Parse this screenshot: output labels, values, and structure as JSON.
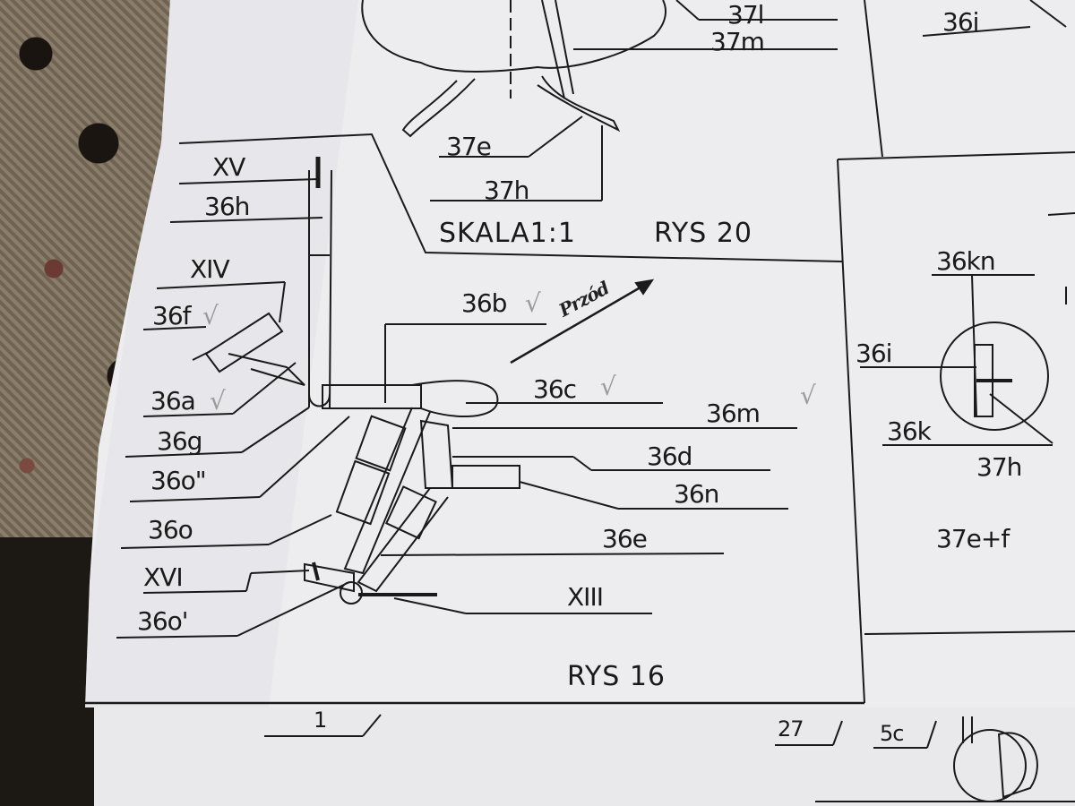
{
  "drawing": {
    "rys20": {
      "scale_label": "SKALA1:1",
      "title": "RYS 20",
      "labels": [
        "37l",
        "37m",
        "37e",
        "37h"
      ]
    },
    "rys16": {
      "title": "RYS 16",
      "labels": {
        "xv": "XV",
        "l36h": "36h",
        "xiv": "XIV",
        "l36f": "36f",
        "l36a": "36a",
        "l36g": "36g",
        "l36o2": "36o\"",
        "l36o": "36o",
        "xvi": "XVI",
        "l36o1": "36o'",
        "l36b": "36b",
        "l36c": "36c",
        "l36m": "36m",
        "l36d": "36d",
        "l36n": "36n",
        "l36e": "36e",
        "xiii": "XIII"
      },
      "handwritten_arrow_text": "Przód",
      "check": "√"
    },
    "right_panel": {
      "labels": {
        "l36i_top": "36i",
        "l36kn": "36kn",
        "l36i": "36i",
        "l36k": "36k",
        "l37h": "37h",
        "l37ef": "37e+f"
      }
    },
    "bottom_strip": {
      "labels": [
        "1",
        "27",
        "5c"
      ]
    }
  }
}
